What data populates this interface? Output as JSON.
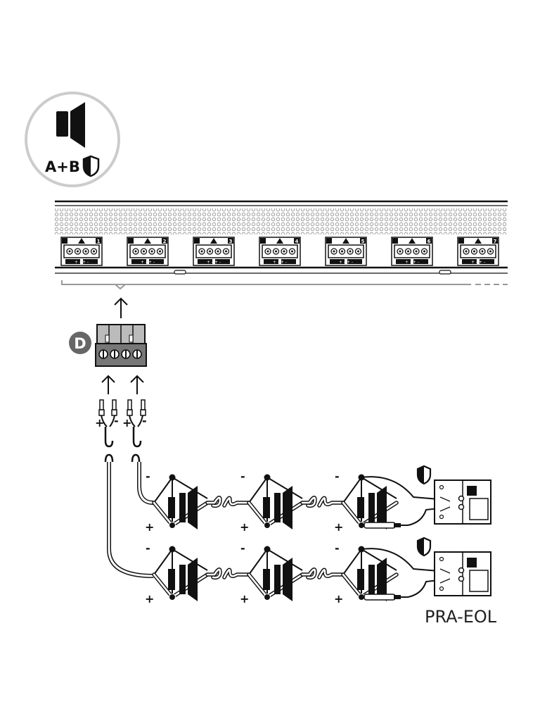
{
  "badge": {
    "label": "A+B",
    "icons": [
      "speaker-icon",
      "shield-icon"
    ]
  },
  "bar": {
    "connectors": [
      {
        "number": "1",
        "pins": "+ - + -"
      },
      {
        "number": "2",
        "pins": "+ - + -"
      },
      {
        "number": "3",
        "pins": "+ - + -"
      },
      {
        "number": "4",
        "pins": "+ - + -"
      },
      {
        "number": "5",
        "pins": "+ - + -"
      },
      {
        "number": "6",
        "pins": "+ - + -"
      },
      {
        "number": "7",
        "pins": "+ - + -"
      }
    ]
  },
  "callout": {
    "letter": "D"
  },
  "cable": {
    "plus": "+",
    "minus": "-"
  },
  "lines": [
    {
      "plus": "+",
      "minus": "-",
      "speakers": 3,
      "end_icon": "shield-icon"
    },
    {
      "plus": "+",
      "minus": "-",
      "speakers": 3,
      "end_icon": "shield-icon"
    }
  ],
  "eol_label": "PRA-EOL",
  "colors": {
    "ink": "#111111",
    "gray": "#555555",
    "light": "#999999",
    "callout": "#666666"
  }
}
